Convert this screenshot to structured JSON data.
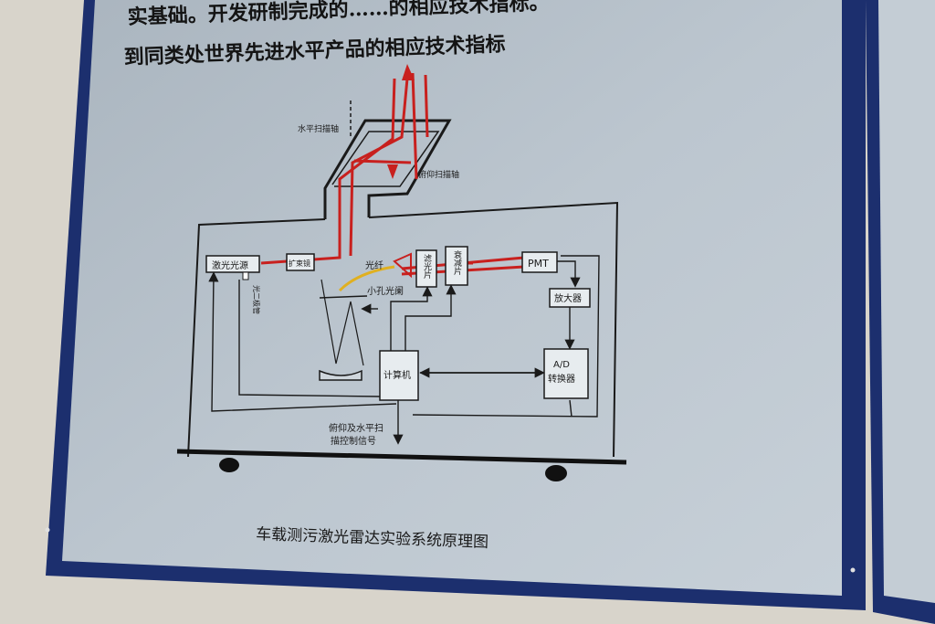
{
  "header": {
    "line1": "实基础。开发研制完成的……的相应技术指标。",
    "line2": "到同类处世界先进水平产品的相应技术指标"
  },
  "diagram": {
    "horizontal_axis": "水平扫描轴",
    "elevation_axis": "俯仰扫描轴",
    "laser_source": "激光光源",
    "beam_expander": "扩束镜",
    "photodiode": "光二极管",
    "fiber": "光纤",
    "pinhole": "小孔光阑",
    "filter": "滤光片",
    "attenuator": "衰减片",
    "pmt": "PMT",
    "amplifier": "放大器",
    "adc_line1": "A/D",
    "adc_line2": "转换器",
    "computer": "计算机",
    "scan_control_line1": "俯仰及水平扫",
    "scan_control_line2": "描控制信号"
  },
  "caption": "车载测污激光雷达实验系统原理图",
  "colors": {
    "laser_beam": "#c8201e",
    "fiber": "#e0b020",
    "frame": "#1c2f6e",
    "board": "#b8c3cc",
    "line": "#1a1a1a"
  }
}
